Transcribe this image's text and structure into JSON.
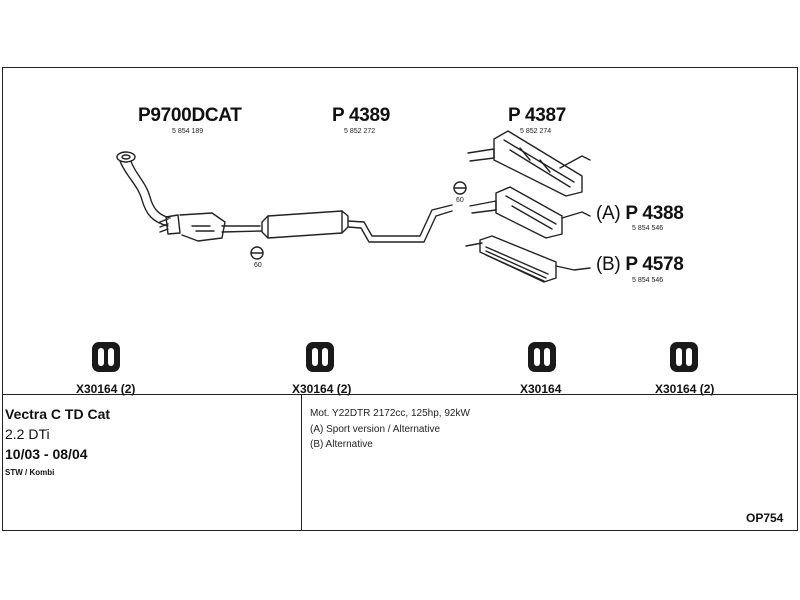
{
  "parts": {
    "p1": {
      "code": "P9700DCAT",
      "oe": "5 854 189"
    },
    "p2": {
      "code": "P 4389",
      "oe": "5 852 272"
    },
    "p3": {
      "code": "P 4387",
      "oe": "5 852 274"
    },
    "p4": {
      "prefix": "(A)",
      "code": "P 4388",
      "oe": "5 854 546"
    },
    "p5": {
      "prefix": "(B)",
      "code": "P 4578",
      "oe": "5 854 546"
    }
  },
  "clamp_diameters": [
    "60",
    "60"
  ],
  "hangers": [
    "X30164 (2)",
    "X30164 (2)",
    "X30164",
    "X30164 (2)"
  ],
  "vehicle": {
    "model": "Vectra C TD Cat",
    "engine": "2.2 DTi",
    "years": "10/03 - 08/04",
    "body": "STW / Kombi"
  },
  "notes": [
    "Mot. Y22DTR 2172cc, 125hp, 92kW",
    "(A) Sport version / Alternative",
    "(B) Alternative"
  ],
  "diagram_code": "OP754"
}
